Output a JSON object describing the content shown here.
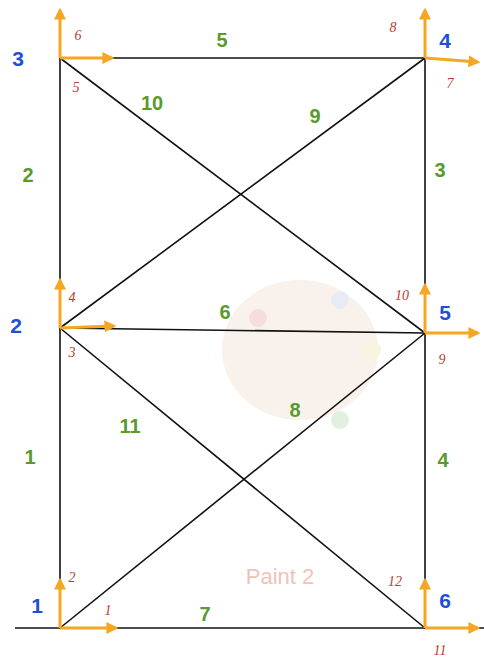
{
  "diagram": {
    "labels": [
      "3",
      "6",
      "5",
      "8",
      "4",
      "5",
      "7",
      "10",
      "9",
      "2",
      "3",
      "4",
      "10",
      "6",
      "5",
      "2",
      "3",
      "9",
      "8",
      "11",
      "1",
      "4",
      "Paint 2",
      "2",
      "12",
      "6",
      "1",
      "1",
      "7",
      "11"
    ]
  }
}
